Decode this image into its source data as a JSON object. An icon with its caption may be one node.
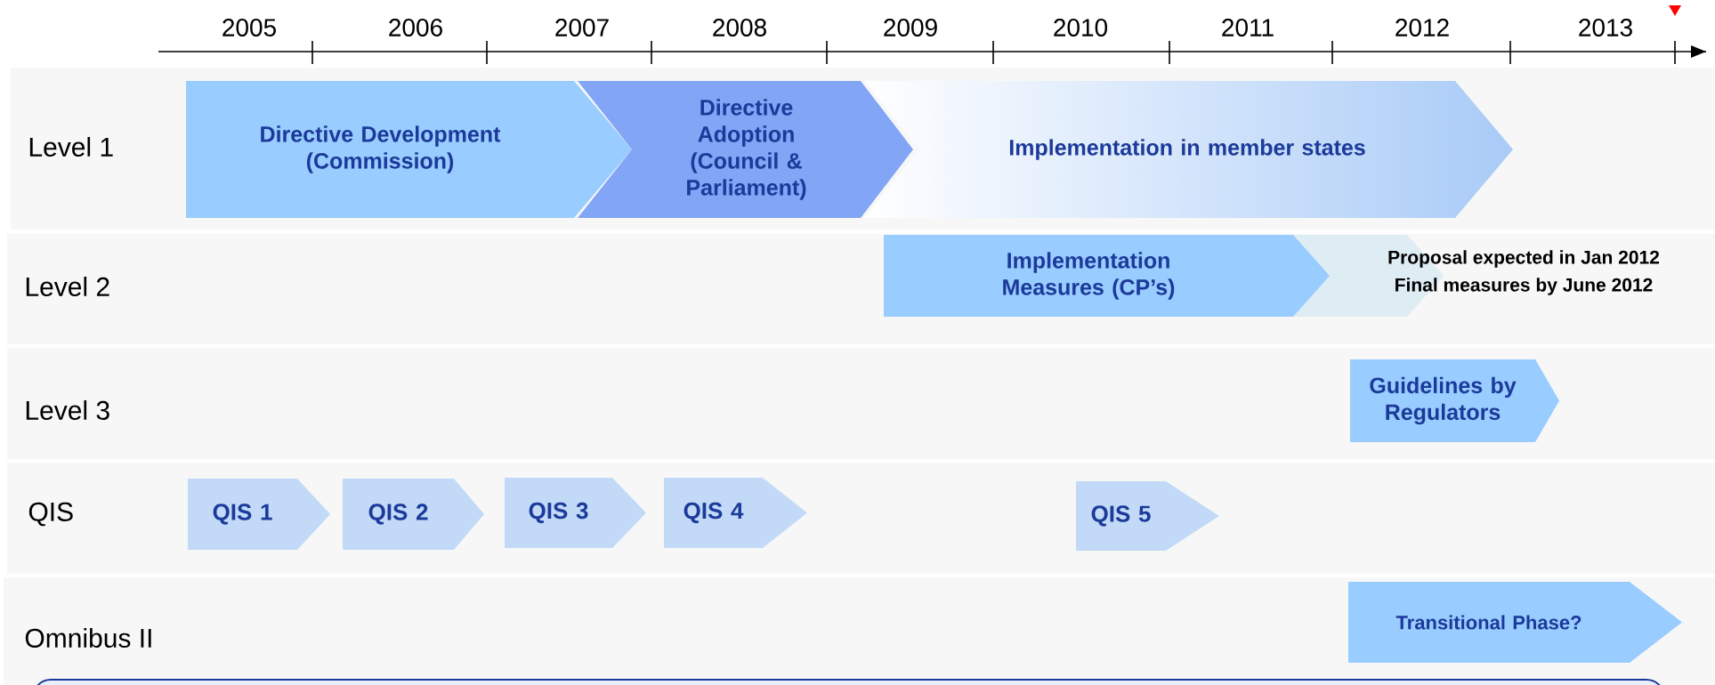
{
  "diagram": {
    "nodes": [
      {
        "text": [
          "Directive Development (Commission)"
        ]
      },
      {
        "text": [
          "Directive Adoption (Council & Parliament)"
        ]
      },
      {
        "text": [
          "Implementation in member states"
        ]
      },
      {
        "text": [
          "Implementation Measures (CP’s)"
        ]
      },
      {
        "text": [],
        "shape": "chevron"
      },
      {
        "text": [
          "Guidelines by Regulators"
        ]
      },
      {
        "text": [
          "QIS 1"
        ]
      },
      {
        "text": [
          "QIS 2"
        ]
      },
      {
        "text": [
          "QIS 3"
        ]
      },
      {
        "text": [
          "QIS 4"
        ]
      },
      {
        "text": [
          "QIS 5"
        ]
      },
      {
        "text": [
          "Transitional Phase?"
        ]
      }
    ],
    "labels": [
      "2005",
      "2006",
      "2007",
      "2008",
      "2009",
      "2010",
      "2011",
      "2012",
      "2013",
      "Level 1",
      "Level 2",
      "Proposal expected in Jan 2012",
      "Final measures by June 2012",
      "Level 3",
      "QIS",
      "Omnibus II"
    ]
  }
}
